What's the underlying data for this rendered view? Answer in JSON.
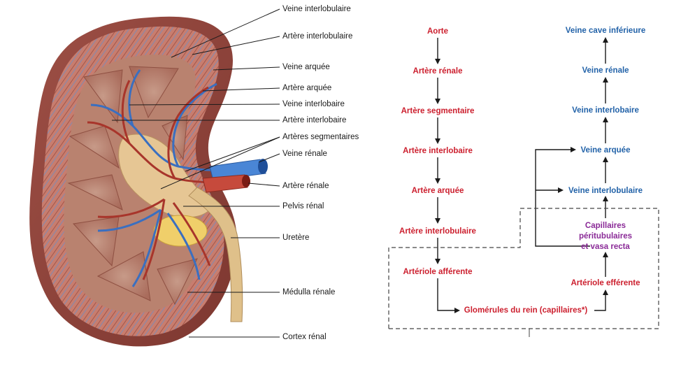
{
  "anatomy": {
    "labels": {
      "veine_interlobulaire": "Veine interlobulaire",
      "artere_interlobulaire": "Artère interlobulaire",
      "veine_arquee": "Veine arquée",
      "artere_arquee": "Artère arquée",
      "veine_interlobaire": "Veine interlobaire",
      "artere_interlobaire": "Artère interlobaire",
      "arteres_segmentaires": "Artères segmentaires",
      "veine_renale": "Veine rénale",
      "artere_renale": "Artère rénale",
      "pelvis_renal": "Pelvis rénal",
      "uretere": "Uretère",
      "medulla_renale": "Médulla rénale",
      "cortex_renal": "Cortex rénal"
    }
  },
  "flow": {
    "arterial": [
      "Aorte",
      "Artère rénale",
      "Artère segmentaire",
      "Artère interlobaire",
      "Artère arquée",
      "Artère interlobulaire",
      "Artériole afférente"
    ],
    "glomerules": "Glomérules du rein (capillaires*)",
    "arteriole_efferente": "Artériole efférente",
    "capillaires": [
      "Capillaires",
      "péritubulaires",
      "et vasa recta"
    ],
    "venous": [
      "Veine interlobulaire",
      "Veine arquée",
      "Veine interlobaire",
      "Veine rénale",
      "Veine cave inférieure"
    ],
    "colors": {
      "arterial": "#cc1f2e",
      "venous": "#2262a8",
      "capillary": "#8a2a97"
    }
  }
}
